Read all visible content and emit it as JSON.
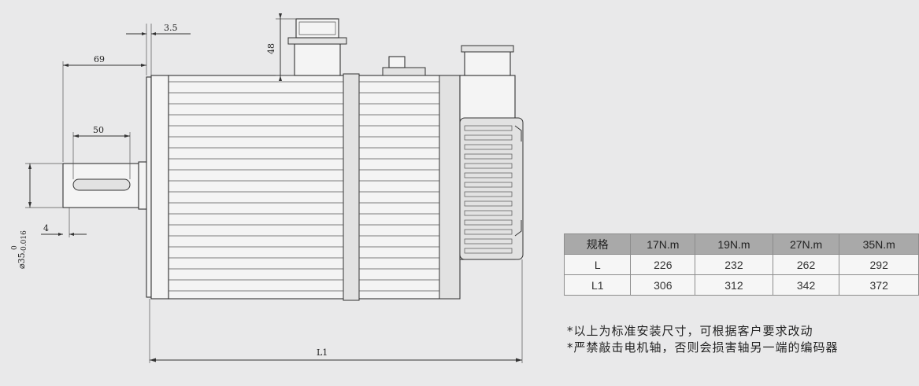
{
  "dimensions": {
    "flange_thickness": "3.5",
    "shaft_to_flange": "69",
    "key_length": "50",
    "key_offset": "4",
    "connector_height": "48",
    "shaft_diameter_base": "⌀35",
    "shaft_tol_upper": "0",
    "shaft_tol_lower": "-0.016",
    "overall_length": "L1"
  },
  "spec_table": {
    "headers": [
      "规格",
      "17N.m",
      "19N.m",
      "27N.m",
      "35N.m"
    ],
    "rows": [
      [
        "L",
        "226",
        "232",
        "262",
        "292"
      ],
      [
        "L1",
        "306",
        "312",
        "342",
        "372"
      ]
    ]
  },
  "notes": [
    "*以上为标准安装尺寸，可根据客户要求改动",
    "*严禁敲击电机轴，否则会损害轴另一端的编码器"
  ]
}
